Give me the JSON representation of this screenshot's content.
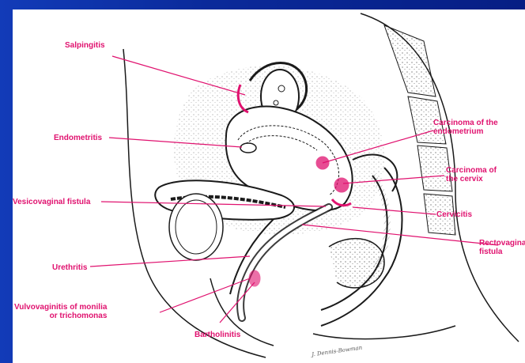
{
  "labels": {
    "salpingitis": "Salpingitis",
    "endometritis": "Endometritis",
    "vesicovaginal_fistula": "Vesicovaginal fistula",
    "urethritis": "Urethritis",
    "vulvovaginitis_line1": "Vulvovaginitis of monilia",
    "vulvovaginitis_line2": "or trichomonas",
    "bartholinitis": "Bartholinitis",
    "carcinoma_endometrium_line1": "Carcinoma of the",
    "carcinoma_endometrium_line2": "endometrium",
    "carcinoma_cervix_line1": "Carcinoma of",
    "carcinoma_cervix_line2": "the cervix",
    "cervicitis": "Cervicitis",
    "rectovaginal_line1": "Rectovagina",
    "rectovaginal_line2": "fistula"
  },
  "signature": "J. Dennis-Bowman",
  "colors": {
    "background_blue": "#0a2a9a",
    "label_magenta": "#e0126f",
    "ink": "#1a1a1a"
  }
}
